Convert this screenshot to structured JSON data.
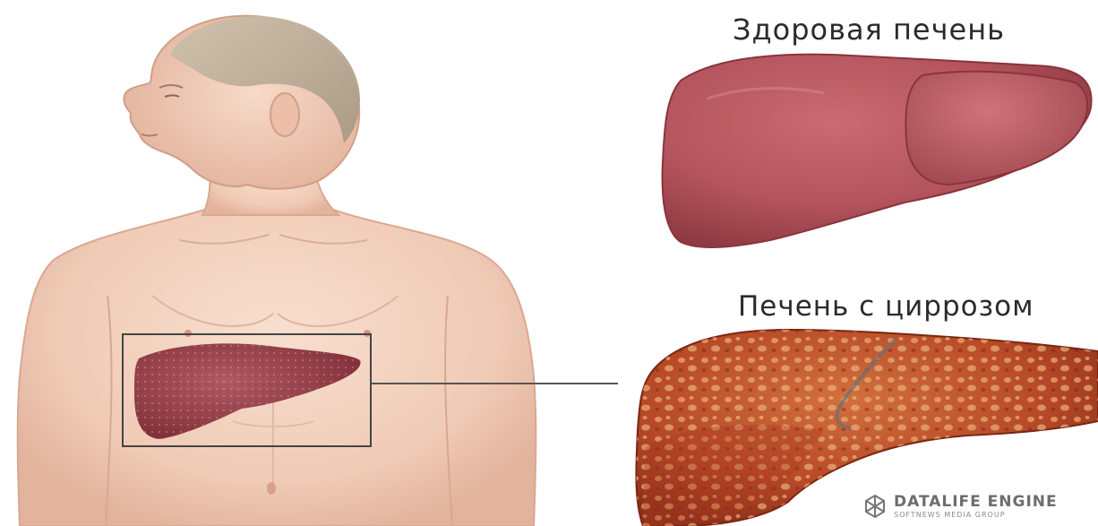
{
  "labels": {
    "healthy": "Здоровая печень",
    "cirrhosis": "Печень с циррозом"
  },
  "watermark": {
    "title": "DATALIFE ENGINE",
    "subtitle": "SOFTNEWS MEDIA GROUP"
  },
  "colors": {
    "skin": "#f3d2bf",
    "skin_shadow": "#e2b6a0",
    "hair": "#c6b7a2",
    "healthy_liver": "#b9565e",
    "cirrhosis_liver": "#b9442a",
    "label_text": "#2b2b2b"
  },
  "icons": [
    "datalife-logo-icon"
  ]
}
